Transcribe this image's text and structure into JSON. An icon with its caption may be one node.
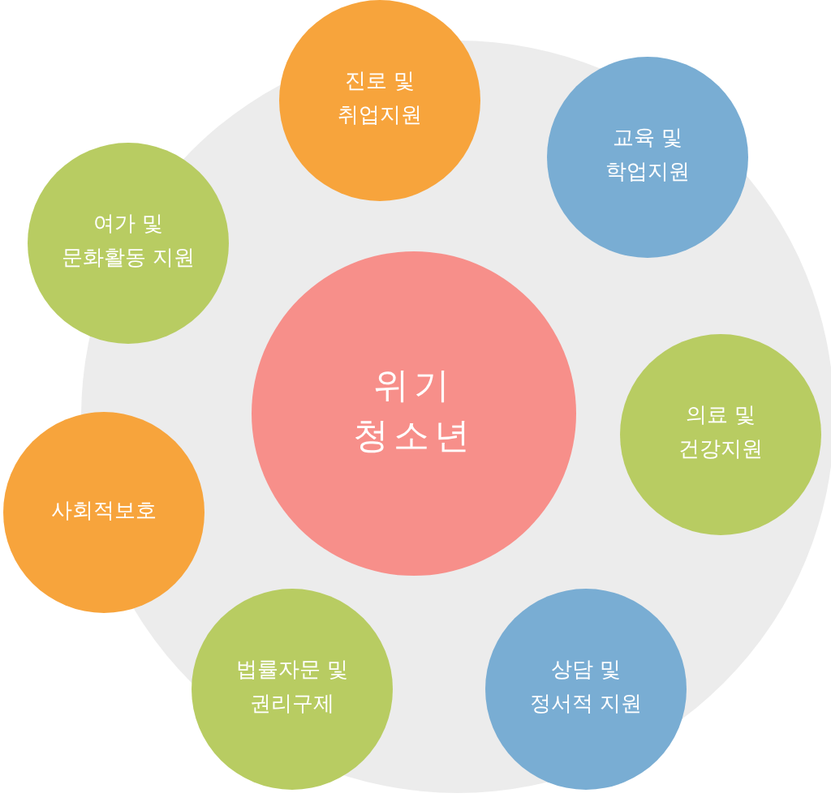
{
  "diagram": {
    "nodes": [
      {
        "text": [
          "진로 및 취업지원"
        ]
      },
      {
        "text": [
          "교육 및 학업지원"
        ]
      },
      {
        "text": [
          "여가 및 문화활동 지원"
        ]
      },
      {
        "text": [
          "위기 청소년"
        ]
      },
      {
        "text": [
          "의료 및 건강지원"
        ]
      },
      {
        "text": [
          "사회적보호"
        ]
      },
      {
        "text": [
          "법률자문 및 권리구제"
        ]
      },
      {
        "text": [
          "상담 및 정서적 지원"
        ]
      }
    ]
  }
}
